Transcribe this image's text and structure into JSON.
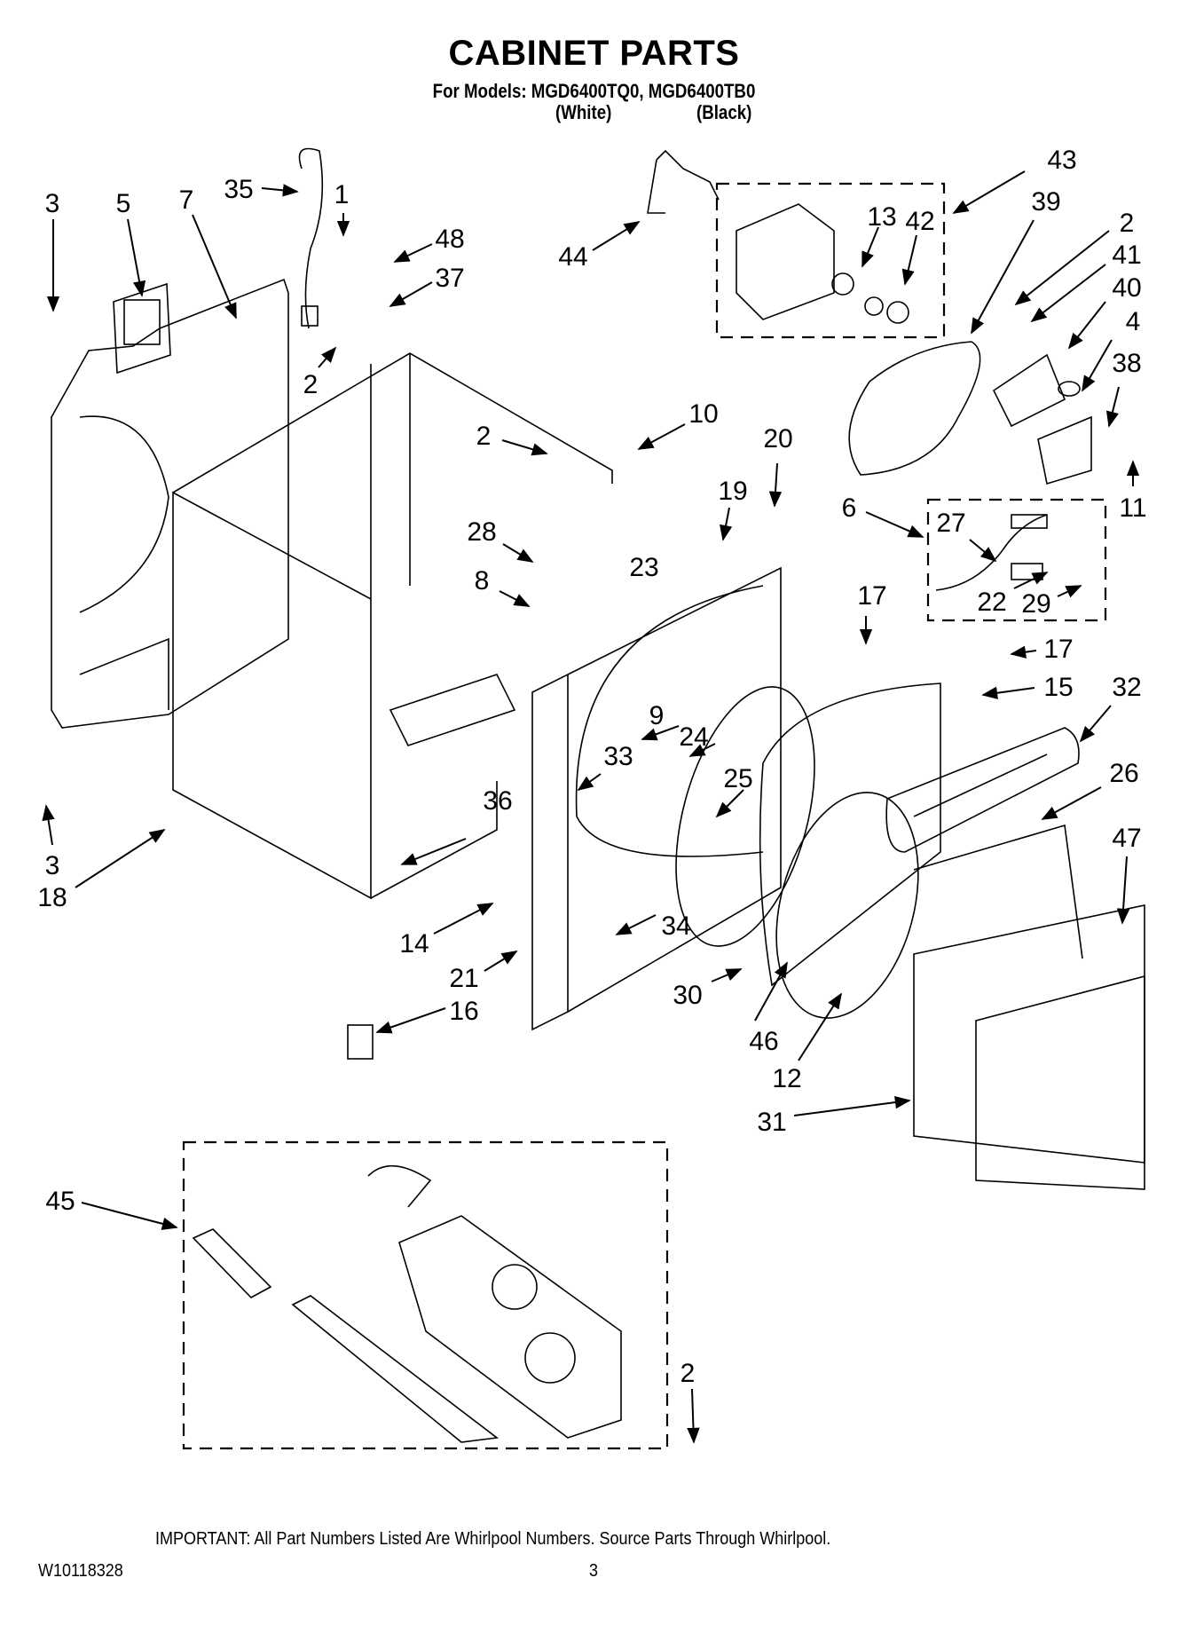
{
  "header": {
    "title": "CABINET PARTS",
    "models_line": "For Models: MGD6400TQ0, MGD6400TB0",
    "variants": [
      "(White)",
      "(Black)"
    ]
  },
  "callouts": [
    "3",
    "5",
    "7",
    "35",
    "1",
    "48",
    "37",
    "2",
    "44",
    "13",
    "42",
    "43",
    "39",
    "2",
    "41",
    "40",
    "4",
    "38",
    "11",
    "10",
    "2",
    "20",
    "19",
    "28",
    "8",
    "23",
    "6",
    "27",
    "22",
    "29",
    "17",
    "17",
    "15",
    "32",
    "9",
    "24",
    "26",
    "33",
    "36",
    "25",
    "47",
    "3",
    "18",
    "14",
    "34",
    "21",
    "30",
    "16",
    "46",
    "12",
    "31",
    "45",
    "2"
  ],
  "footer": {
    "notice": "IMPORTANT: All Part Numbers Listed Are Whirlpool Numbers. Source Parts Through Whirlpool.",
    "doc_number": "W10118328",
    "page_number": "3"
  }
}
